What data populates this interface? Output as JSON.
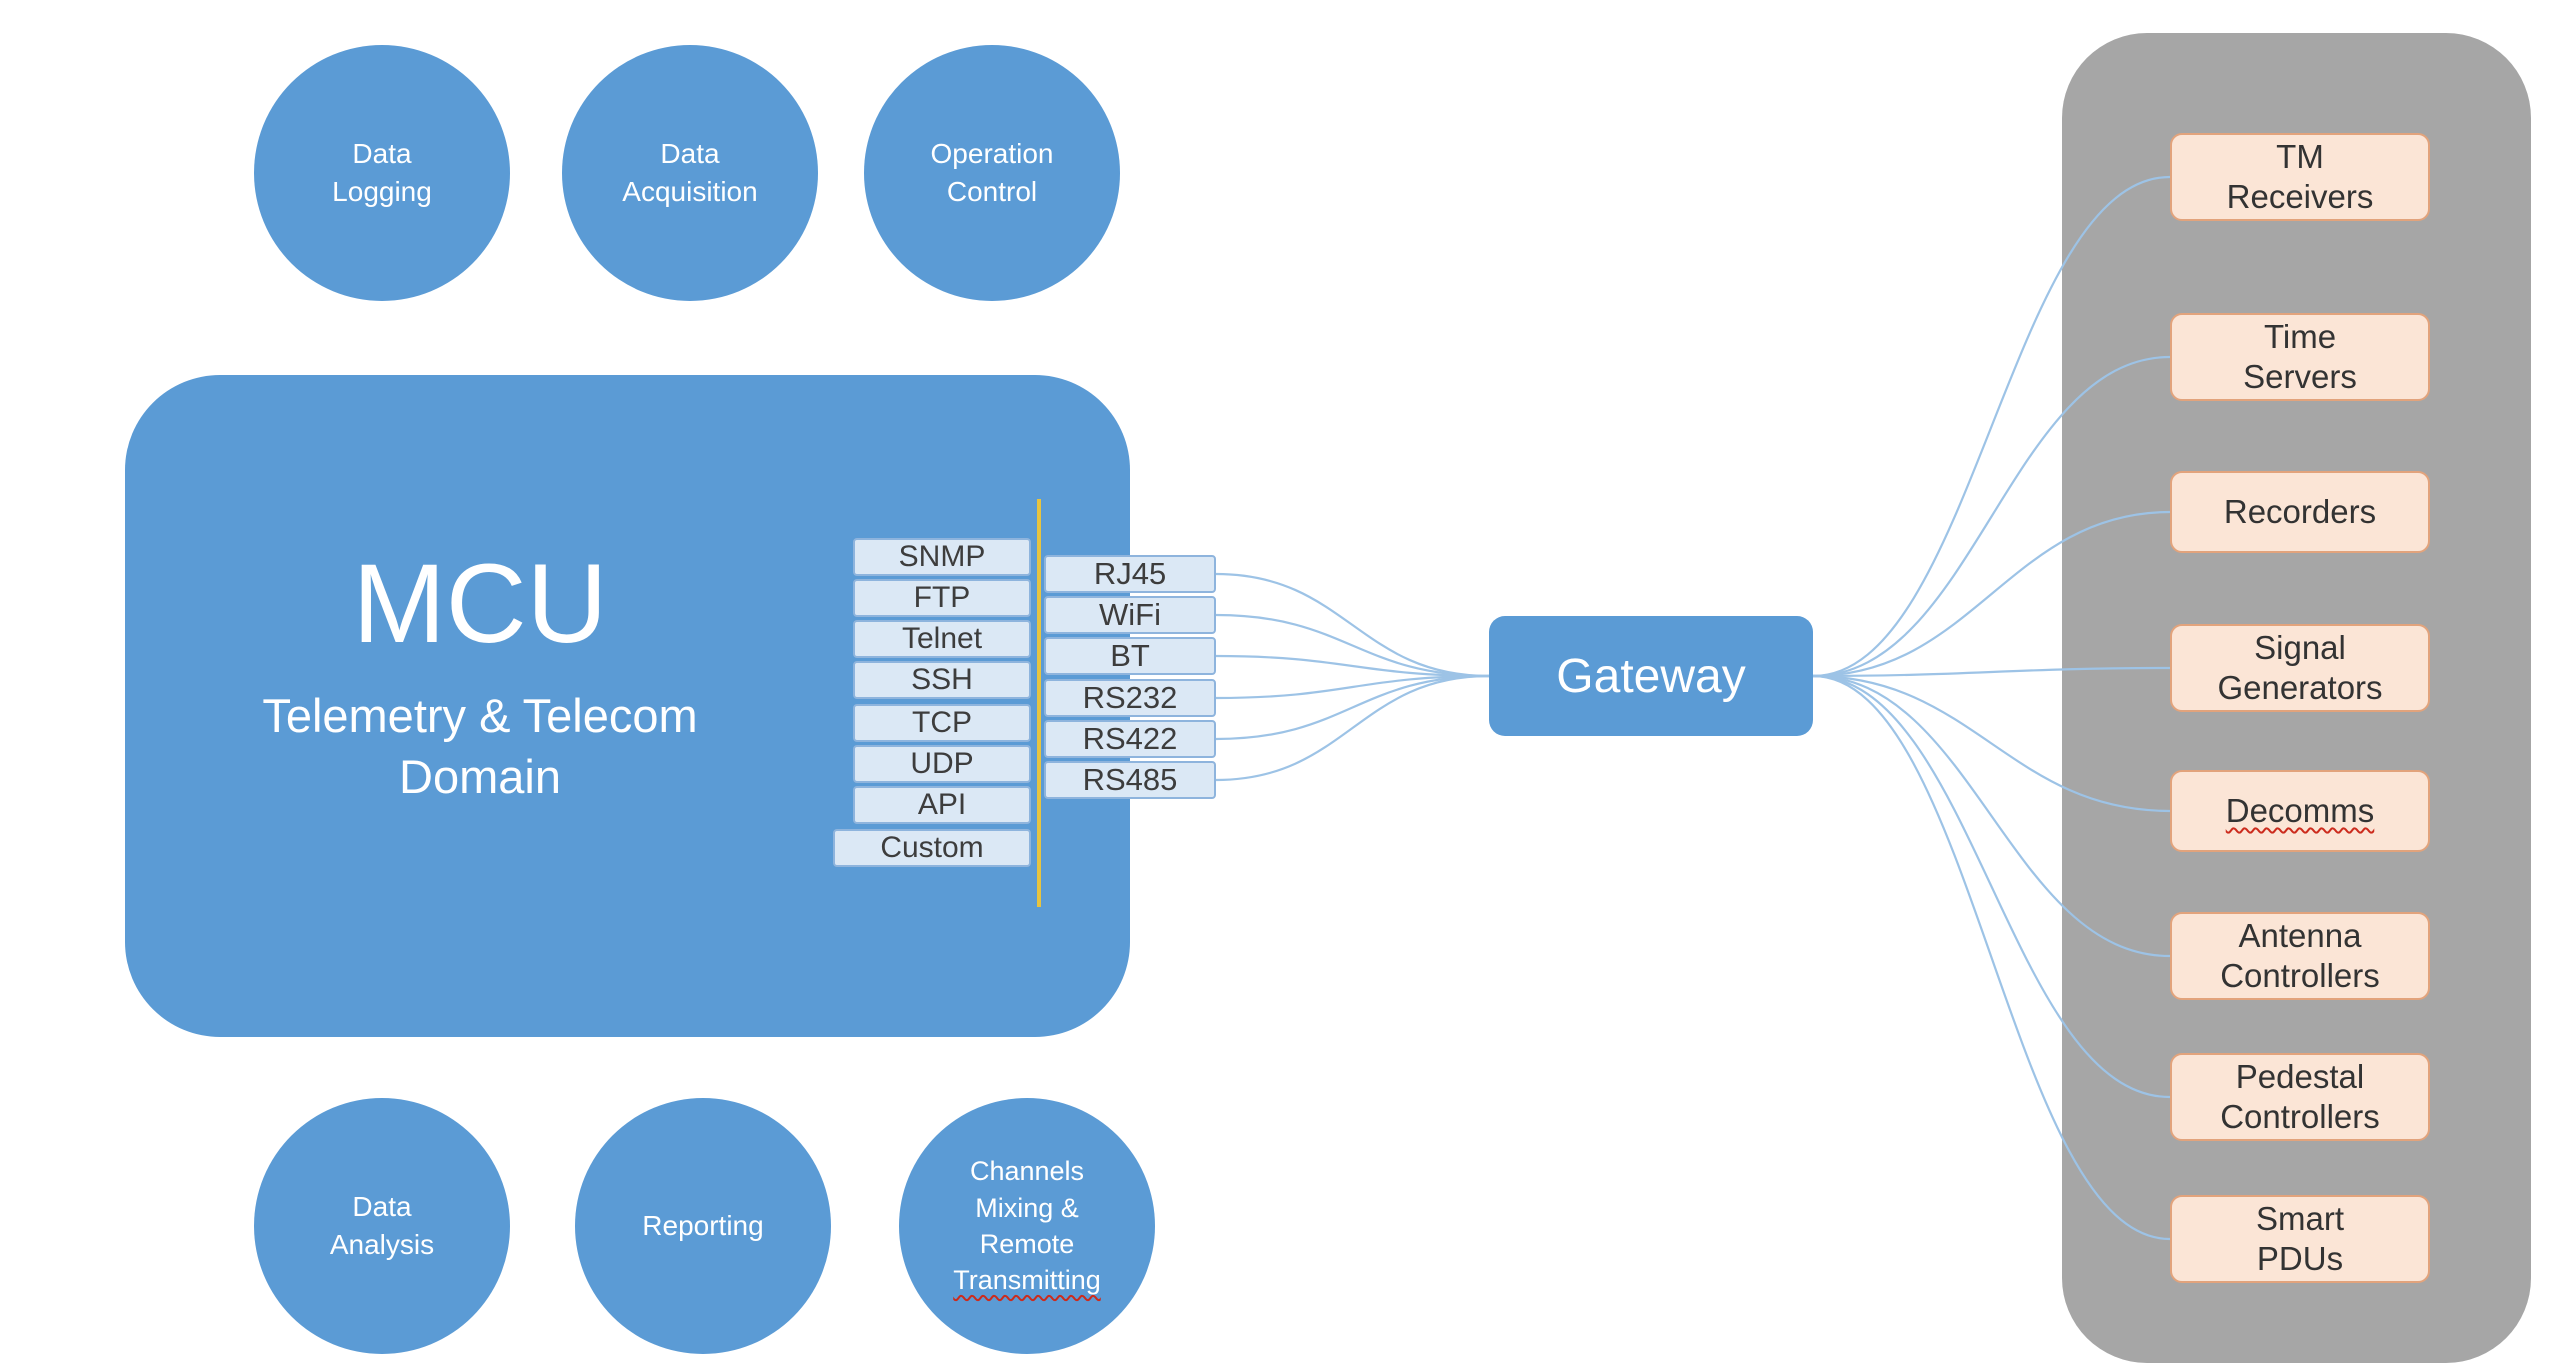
{
  "colors": {
    "node_blue": "#5b9bd5",
    "box_fill": "#dbe8f5",
    "box_border": "#8eb4dd",
    "panel_gray": "#a6a6a6",
    "device_fill": "#fbe5d6",
    "device_border": "#e2a37c",
    "connector": "#9dc3e6",
    "separator_yellow": "#e7c440"
  },
  "diagram": {
    "top_circles": [
      {
        "label": "Data\nLogging"
      },
      {
        "label": "Data\nAcquisition"
      },
      {
        "label": "Operation\nControl"
      }
    ],
    "bottom_circles": [
      {
        "label": "Data\nAnalysis"
      },
      {
        "label": "Reporting"
      },
      {
        "label": "Channels\nMixing &\nRemote",
        "squiggle": "Transmitting"
      }
    ],
    "mcu": {
      "title": "MCU",
      "subtitle": "Telemetry & Telecom\nDomain"
    },
    "protocols": [
      "SNMP",
      "FTP",
      "Telnet",
      "SSH",
      "TCP",
      "UDP",
      "API",
      "Custom"
    ],
    "interfaces": [
      "RJ45",
      "WiFi",
      "BT",
      "RS232",
      "RS422",
      "RS485"
    ],
    "gateway": {
      "label": "Gateway"
    },
    "devices": [
      {
        "label": "TM\nReceivers"
      },
      {
        "label": "Time\nServers"
      },
      {
        "label": "Recorders"
      },
      {
        "label": "Signal\nGenerators"
      },
      {
        "label": "Decomms"
      },
      {
        "label": "Antenna\nControllers"
      },
      {
        "label": "Pedestal\nControllers"
      },
      {
        "label": "Smart\nPDUs"
      }
    ]
  }
}
